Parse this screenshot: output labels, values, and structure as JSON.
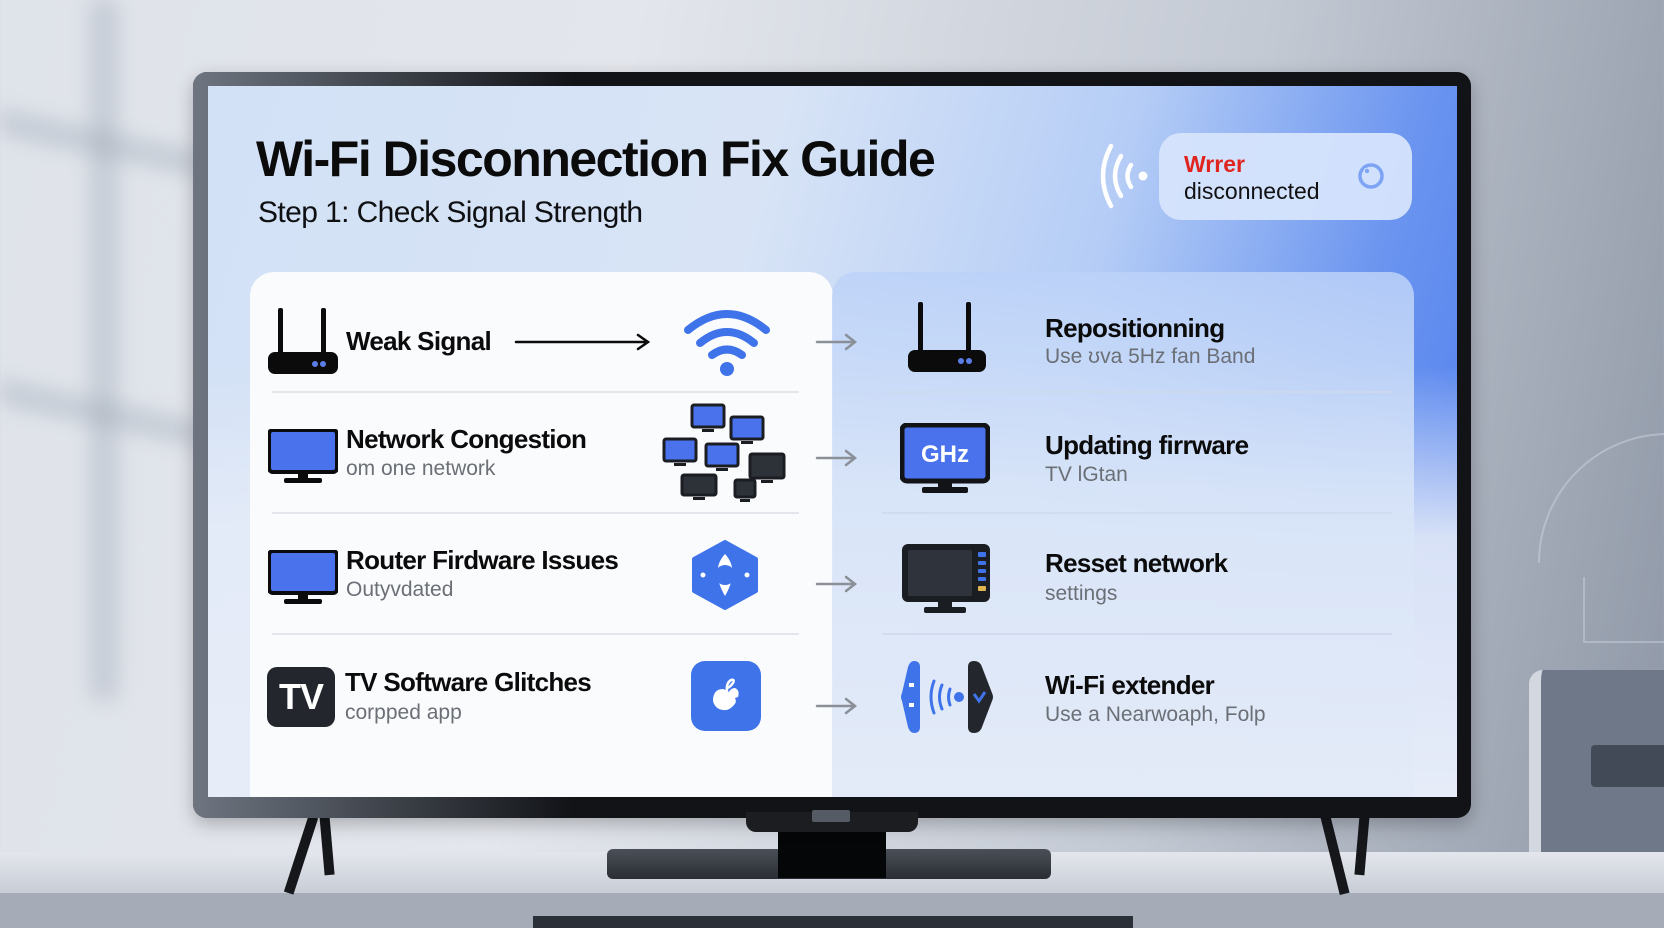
{
  "screen": {
    "title": "Wi-Fi Disconnection Fix Guide",
    "subtitle": "Step 1: Check Signal Strength",
    "status": {
      "error_label": "Wrrer",
      "message": "disconnected",
      "icon_left": "wifi-signal-icon",
      "icon_right": "refresh-icon",
      "error_color": "#e0251f"
    },
    "problems": [
      {
        "title": "Weak Signal",
        "subtitle": "",
        "icon": "router-icon",
        "illustration": "wifi-icon"
      },
      {
        "title": "Network Congestion",
        "subtitle": "om one network",
        "icon": "monitor-icon",
        "illustration": "multiple-devices-icon"
      },
      {
        "title": "Router Firdware Issues",
        "subtitle": "Outyvdated",
        "icon": "monitor-icon",
        "illustration": "hexagon-settings-icon"
      },
      {
        "title": "TV Software Glitches",
        "subtitle": "corpped app",
        "icon": "tv-app-icon",
        "icon_text": "TV",
        "illustration": "app-icon"
      }
    ],
    "solutions": [
      {
        "title": "Repositionning",
        "subtitle": "Use ʊva 5Hz fan Band",
        "icon": "router-icon"
      },
      {
        "title": "Updating firrware",
        "subtitle": "TV lGtan",
        "icon": "ghz-monitor-icon",
        "icon_text": "GHz"
      },
      {
        "title": "Resset network",
        "subtitle": "settings",
        "icon": "tv-settings-icon"
      },
      {
        "title": "Wi-Fi extender",
        "subtitle": "Use a Nearwoaph, Folp",
        "icon": "wifi-extender-icon"
      }
    ],
    "colors": {
      "accent_blue": "#3f73ea",
      "dark_icon": "#111317",
      "screen_gradient_end": "#4f7ef0"
    }
  }
}
